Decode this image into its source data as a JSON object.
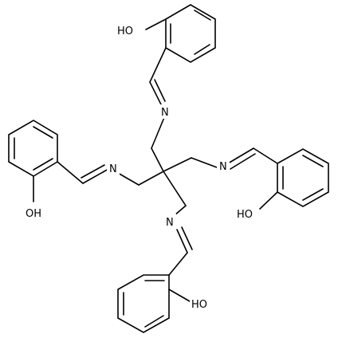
{
  "structure": {
    "atoms": {
      "oh_top": "HO",
      "n_top": "N",
      "oh_left": "OH",
      "n_left": "N",
      "n_right": "N",
      "oh_right": "HO",
      "n_bottom": "N",
      "oh_bottom": "HO"
    }
  }
}
